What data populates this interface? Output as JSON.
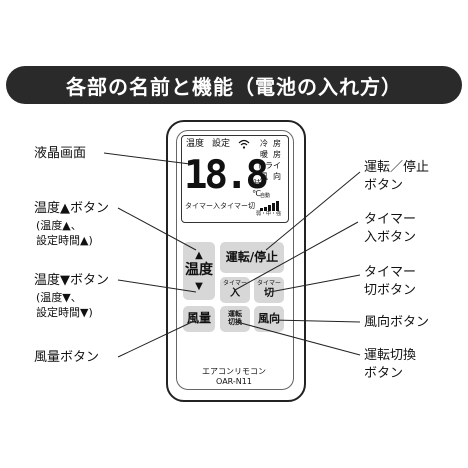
{
  "title": "各部の名前と機能（電池の入れ方）",
  "lcd": {
    "temp_label": "温度",
    "setting_label": "設定",
    "wifi_icon": "wifi-icon",
    "modes": [
      "冷",
      "房",
      "暖",
      "房",
      "ドライ",
      "風",
      "向"
    ],
    "digits": "18.8",
    "hour_unit": "時",
    "celsius": "℃",
    "timer_text": "タイマー入タイマー切",
    "fan_auto": "自動",
    "fan_levels": "弱・中・強"
  },
  "buttons": {
    "up_arrow": "▲",
    "temp": "温度",
    "down_arrow": "▼",
    "power": "運転/停止",
    "timer_on": [
      "タイマー",
      "入"
    ],
    "timer_off": [
      "タイマー",
      "切"
    ],
    "fan": "風量",
    "mode": [
      "運転",
      "切換"
    ],
    "direction": "風向"
  },
  "model": {
    "name": "エアコンリモコン",
    "number": "OAR-N11"
  },
  "labels": {
    "lcd_screen": "液晶画面",
    "temp_up": "温度▲ボタン",
    "temp_up_note": [
      "(温度▲、",
      "設定時間▲)"
    ],
    "temp_down": "温度▼ボタン",
    "temp_down_note": [
      "(温度▼、",
      "設定時間▼)"
    ],
    "fan_button": "風量ボタン",
    "power_button": [
      "運転／停止",
      "ボタン"
    ],
    "timer_on_button": [
      "タイマー",
      "入ボタン"
    ],
    "timer_off_button": [
      "タイマー",
      "切ボタン"
    ],
    "direction_button": "風向ボタン",
    "mode_button": [
      "運転切換",
      "ボタン"
    ]
  }
}
